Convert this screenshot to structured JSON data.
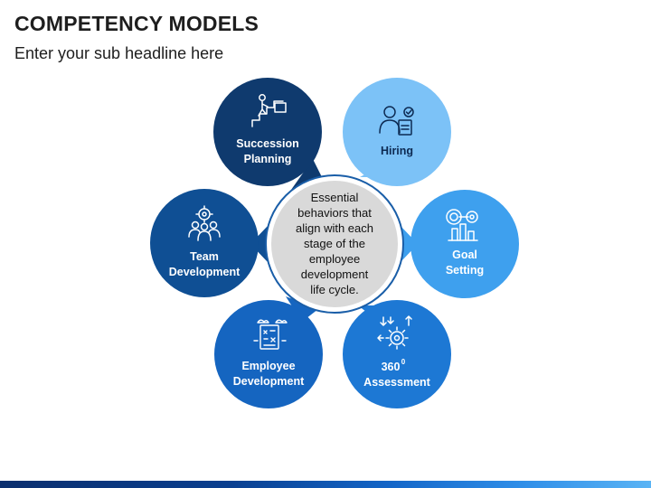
{
  "header": {
    "title": "COMPETENCY MODELS",
    "subtitle": "Enter your sub headline here"
  },
  "center": {
    "lines": [
      "Essential",
      "behaviors that",
      "align with each",
      "stage of the",
      "employee",
      "development",
      "life cycle."
    ]
  },
  "nodes": [
    {
      "id": "succession-planning",
      "lines": [
        "Succession",
        "Planning"
      ],
      "color": "#0f3a6e",
      "icon": "stairs-climber-icon"
    },
    {
      "id": "hiring",
      "lines": [
        "Hiring"
      ],
      "color": "#7cc2f7",
      "icon": "candidate-check-icon"
    },
    {
      "id": "goal-setting",
      "lines": [
        "Goal",
        "Setting"
      ],
      "color": "#3ea0ee",
      "icon": "target-chart-icon"
    },
    {
      "id": "assessment",
      "lines": [
        "360",
        "Assessment"
      ],
      "superscript": "0",
      "color": "#1d78d4",
      "icon": "gear-arrows-icon"
    },
    {
      "id": "employee-development",
      "lines": [
        "Employee",
        "Development"
      ],
      "color": "#1565c0",
      "icon": "whiteboard-plan-icon"
    },
    {
      "id": "team-development",
      "lines": [
        "Team",
        "Development"
      ],
      "color": "#0f4f94",
      "icon": "team-gear-icon"
    }
  ],
  "colors": {
    "center_fill": "#d9d9d9",
    "center_ring": "#1a5ea8",
    "node_text_light": "#ffffff",
    "node_text_dark": "#0d2a52"
  }
}
